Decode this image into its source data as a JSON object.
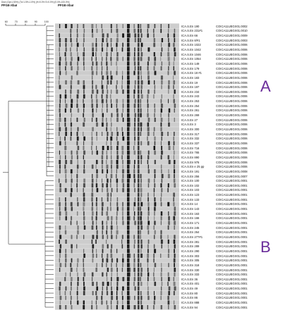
{
  "header": {
    "dice_line": "Dice (Opt:1.50%) (Tol 1.5%-1.5%) (H>0.0% S>0.0%) [0.0%-100.0%]",
    "pfge_left": "PFGE-XbaI",
    "pfge_top": "PFGE-XbaI"
  },
  "scale_ticks": [
    "60",
    "70",
    "80",
    "90",
    "100"
  ],
  "clusters": {
    "a": "A",
    "b": "B"
  },
  "rows": [
    {
      "strain": "ICA.S.En 190",
      "code": "COICA11UEGX01.0002"
    },
    {
      "strain": "ICA.S.En 231#1",
      "code": "COICA11UEGX01.0010"
    },
    {
      "strain": "ICA.S.En 66",
      "code": "COICA11UEGX01.0009"
    },
    {
      "strain": "ICA.S.En 8/#1",
      "code": "COICA11UEGX01.0003"
    },
    {
      "strain": "ICA.S.En 1022",
      "code": "COICA11UEGX01.0006"
    },
    {
      "strain": "ICA.S.En 1042",
      "code": "COICA11UEGX01.0006"
    },
    {
      "strain": "ICA.S.En 1046",
      "code": "COICA11UEGX01.0006"
    },
    {
      "strain": "ICA.S.En 1054",
      "code": "COICA11UEGX01.0006"
    },
    {
      "strain": "ICA.S.En 149",
      "code": "COICA11UEGX01.0006"
    },
    {
      "strain": "ICA.S.En 179",
      "code": "COICA11UEGX01.0006"
    },
    {
      "strain": "ICA.S.En 18 #1",
      "code": "COICA11UEGX01.0006"
    },
    {
      "strain": "ICA.S.En 183",
      "code": "COICA11UEGX01.0006"
    },
    {
      "strain": "ICA.S.En 19",
      "code": "COICA11UEGX01.0006"
    },
    {
      "strain": "ICA.S.En 197",
      "code": "COICA11UEGX01.0006"
    },
    {
      "strain": "ICA.S.En 234",
      "code": "COICA11UEGX01.0006"
    },
    {
      "strain": "ICA.S.En 243",
      "code": "COICA11UEGX01.0006"
    },
    {
      "strain": "ICA.S.En 253",
      "code": "COICA11UEGX01.0006"
    },
    {
      "strain": "ICA.S.En 254",
      "code": "COICA11UEGX01.0006"
    },
    {
      "strain": "ICA.S.En 261",
      "code": "COICA11UEGX01.0006"
    },
    {
      "strain": "ICA.S.En 269",
      "code": "COICA11UEGX01.0006"
    },
    {
      "strain": "ICA.S.En 27",
      "code": "COICA11UEGX01.0006"
    },
    {
      "strain": "ICA.S.En 3",
      "code": "COICA11UEGX01.0006"
    },
    {
      "strain": "ICA.S.En 300",
      "code": "COICA11UEGX01.0006"
    },
    {
      "strain": "ICA.S.En 317",
      "code": "COICA11UEGX01.0006"
    },
    {
      "strain": "ICA.S.En 332",
      "code": "COICA11UEGX01.0006"
    },
    {
      "strain": "ICA.S.En 337",
      "code": "COICA11UEGX01.0006"
    },
    {
      "strain": "ICA.S.En 716",
      "code": "COICA11UEGX01.0006"
    },
    {
      "strain": "ICA.S.En 765",
      "code": "COICA11UEGX01.0006"
    },
    {
      "strain": "ICA.S.En 890",
      "code": "COICA11UEGX01.0006"
    },
    {
      "strain": "ICA.S.En 976",
      "code": "COICA11UEGX01.0006"
    },
    {
      "strain": "ICA.S.En e 25 pp",
      "code": "COICA11UEGX01.0006"
    },
    {
      "strain": "ICA.S.En 191",
      "code": "COICA11UEGX01.0008"
    },
    {
      "strain": "ICA.S.En 256",
      "code": "COICA11UEGX01.0007"
    },
    {
      "strain": "ICA.S.En 100",
      "code": "COICA11UEGX01.0001"
    },
    {
      "strain": "ICA.S.En 102",
      "code": "COICA11UEGX01.0001"
    },
    {
      "strain": "ICA.S.En 103",
      "code": "COICA11UEGX01.0001"
    },
    {
      "strain": "ICA.S.En 123",
      "code": "COICA11UEGX01.0001"
    },
    {
      "strain": "ICA.S.En 133",
      "code": "COICA11UEGX01.0001"
    },
    {
      "strain": "ICA.S.En 14",
      "code": "COICA11UEGX01.0001"
    },
    {
      "strain": "ICA.S.En 143",
      "code": "COICA11UEGX01.0001"
    },
    {
      "strain": "ICA.S.En 163",
      "code": "COICA11UEGX01.0001"
    },
    {
      "strain": "ICA.S.En 166",
      "code": "COICA11UEGX01.0001"
    },
    {
      "strain": "ICA.S.En 171",
      "code": "COICA11UEGX01.0001"
    },
    {
      "strain": "ICA.S.En 245",
      "code": "COICA11UEGX01.0001"
    },
    {
      "strain": "ICA.S.En 264",
      "code": "COICA11UEGX01.0001"
    },
    {
      "strain": "ICA.S.En 277#1",
      "code": "COICA11UEGX01.0001"
    },
    {
      "strain": "ICA.S.En 281",
      "code": "COICA11UEGX01.0001"
    },
    {
      "strain": "ICA.S.En 289",
      "code": "COICA11UEGX01.0001"
    },
    {
      "strain": "ICA.S.En 290",
      "code": "COICA11UEGX01.0001"
    },
    {
      "strain": "ICA.S.En 303",
      "code": "COICA11UEGX01.0001"
    },
    {
      "strain": "ICA.S.En 305",
      "code": "COICA11UEGX01.0001"
    },
    {
      "strain": "ICA.S.En 318",
      "code": "COICA11UEGX01.0001"
    },
    {
      "strain": "ICA.S.En 330",
      "code": "COICA11UEGX01.0001"
    },
    {
      "strain": "ICA.S.En 333",
      "code": "COICA11UEGX01.0001"
    },
    {
      "strain": "ICA.S.En 36",
      "code": "COICA11UEGX01.0001"
    },
    {
      "strain": "ICA.S.En 401",
      "code": "COICA11UEGX01.0001"
    },
    {
      "strain": "ICA.S.En 49",
      "code": "COICA11UEGX01.0001"
    },
    {
      "strain": "ICA.S.En 80",
      "code": "COICA11UEGX01.0001"
    },
    {
      "strain": "ICA.S.En 86",
      "code": "COICA11UEGX01.0001"
    },
    {
      "strain": "ICA.S.En 888",
      "code": "COICA11UEGX01.0001"
    },
    {
      "strain": "ICA.S.En 94",
      "code": "COICA11UEGX01.0001"
    }
  ],
  "colors": {
    "gel_background": "#d8d8d8",
    "band_dark": "#1c1c1c",
    "tree_line": "#222222",
    "cluster_label": "#6a2d9a"
  }
}
